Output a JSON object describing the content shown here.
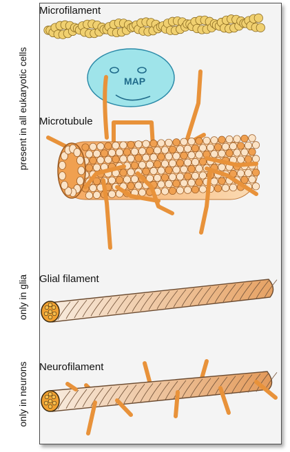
{
  "side_labels": {
    "all_cells": "present in all eukaryotic cells",
    "glia": "only in glia",
    "neurons": "only in neurons"
  },
  "filaments": {
    "microfilament": "Microfilament",
    "microtubule": "Microtubule",
    "glial": "Glial filament",
    "neurofilament": "Neurofilament"
  },
  "map_label": "MAP",
  "colors": {
    "microfilament_bead": "#f0d070",
    "microtubule_bead_dark": "#f0a050",
    "microtubule_bead_light": "#fbe3c6",
    "map_arm": "#e8923a",
    "map_face": "#8fe0e8",
    "map_face_stroke": "#2b8aa8",
    "filament_light": "#f7e7d6",
    "filament_dark": "#e6a668",
    "filament_end": "#f0a030"
  }
}
